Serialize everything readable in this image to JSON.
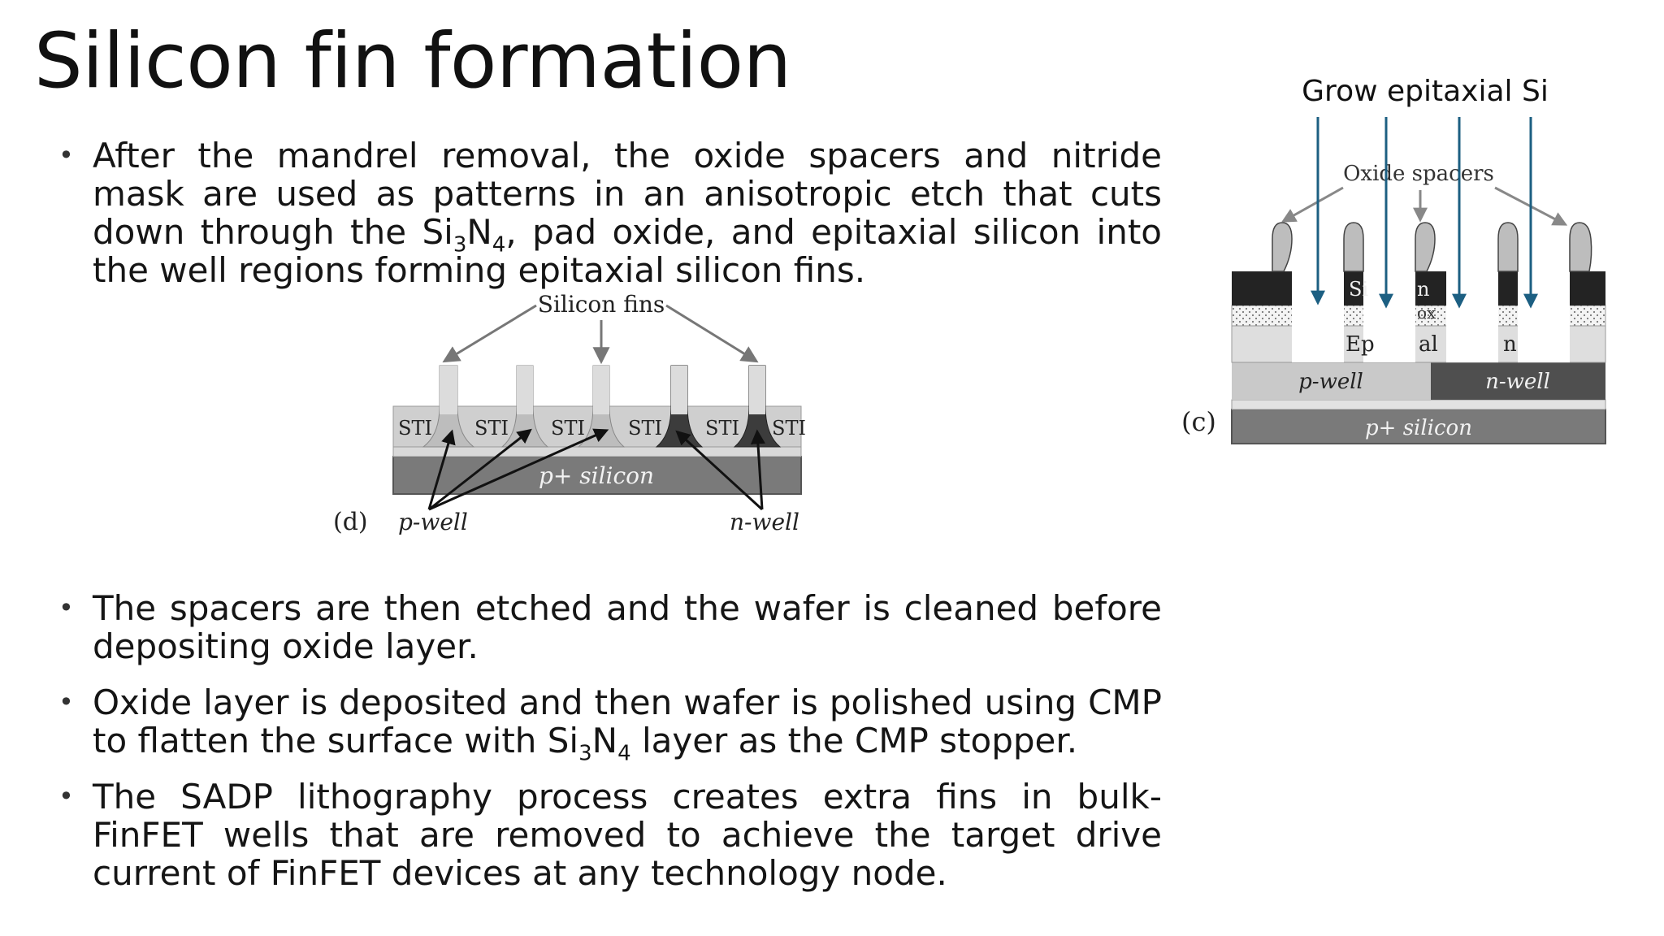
{
  "slide": {
    "title": "Silicon fin formation"
  },
  "bullets_top": [
    {
      "pre": "After the mandrel removal, the oxide spacers and nitride mask are used as patterns in an anisotropic etch that cuts down through the Si",
      "sub1": "3",
      "mid": "N",
      "sub2": "4",
      "post": ", pad oxide, and epitaxial silicon into the well regions forming epitaxial silicon fins."
    }
  ],
  "bullets_bottom": [
    {
      "text": "The spacers are then etched and the wafer is cleaned before depositing oxide layer."
    },
    {
      "pre": "Oxide layer is deposited and then wafer is polished using CMP to flatten the surface with Si",
      "sub1": "3",
      "mid": "N",
      "sub2": "4",
      "post": " layer as the CMP stopper."
    },
    {
      "text": "The SADP lithography process creates extra fins in bulk-FinFET wells that are removed to achieve the target drive current of FinFET devices at any technology node."
    }
  ],
  "figure_d": {
    "panel_label": "(d)",
    "fins_label": "Silicon fins",
    "sti_label": "STI",
    "substrate_label": "p+ silicon",
    "pwell_label": "p-well",
    "nwell_label": "n-well"
  },
  "figure_c": {
    "caption": "Grow epitaxial Si",
    "panel_label": "(c)",
    "spacers_label": "Oxide spacers",
    "nitride_label": "Si",
    "nitride_label2": "n",
    "oxide_label": "ox",
    "epi_label_1": "Ep",
    "epi_label_2": "al",
    "epi_label_3": "n",
    "pwell_label": "p-well",
    "nwell_label": "n-well",
    "substrate_label": "p+ silicon"
  },
  "colors": {
    "arrow_blue": "#1c5f82",
    "pwell_gray": "#c9c9c9",
    "nwell_gray": "#4f4f4f",
    "substrate_gray": "#7a7a7a",
    "nitride_black": "#232323"
  }
}
